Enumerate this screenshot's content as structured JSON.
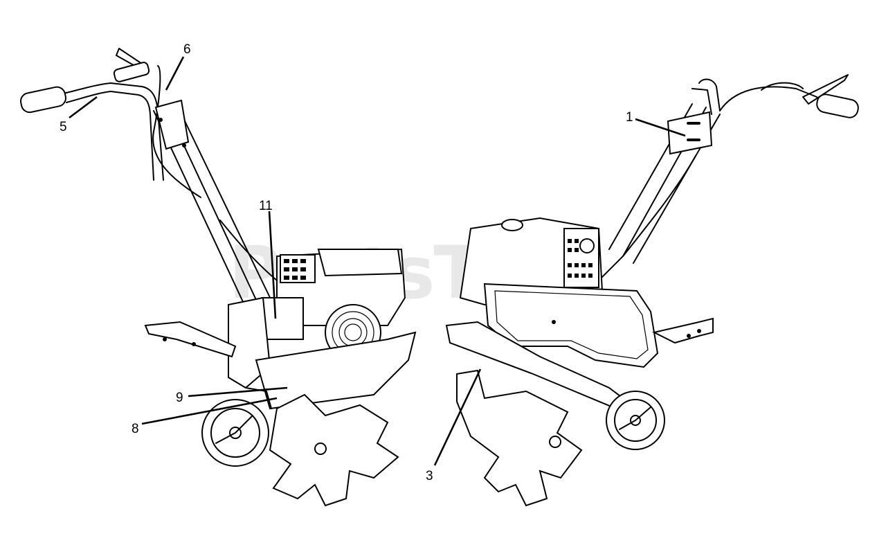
{
  "watermark": "PartsTree",
  "callouts": [
    {
      "id": "c1",
      "label": "1"
    },
    {
      "id": "c3",
      "label": "3"
    },
    {
      "id": "c5",
      "label": "5"
    },
    {
      "id": "c6",
      "label": "6"
    },
    {
      "id": "c8",
      "label": "8"
    },
    {
      "id": "c9",
      "label": "9"
    },
    {
      "id": "c11",
      "label": "11"
    }
  ]
}
